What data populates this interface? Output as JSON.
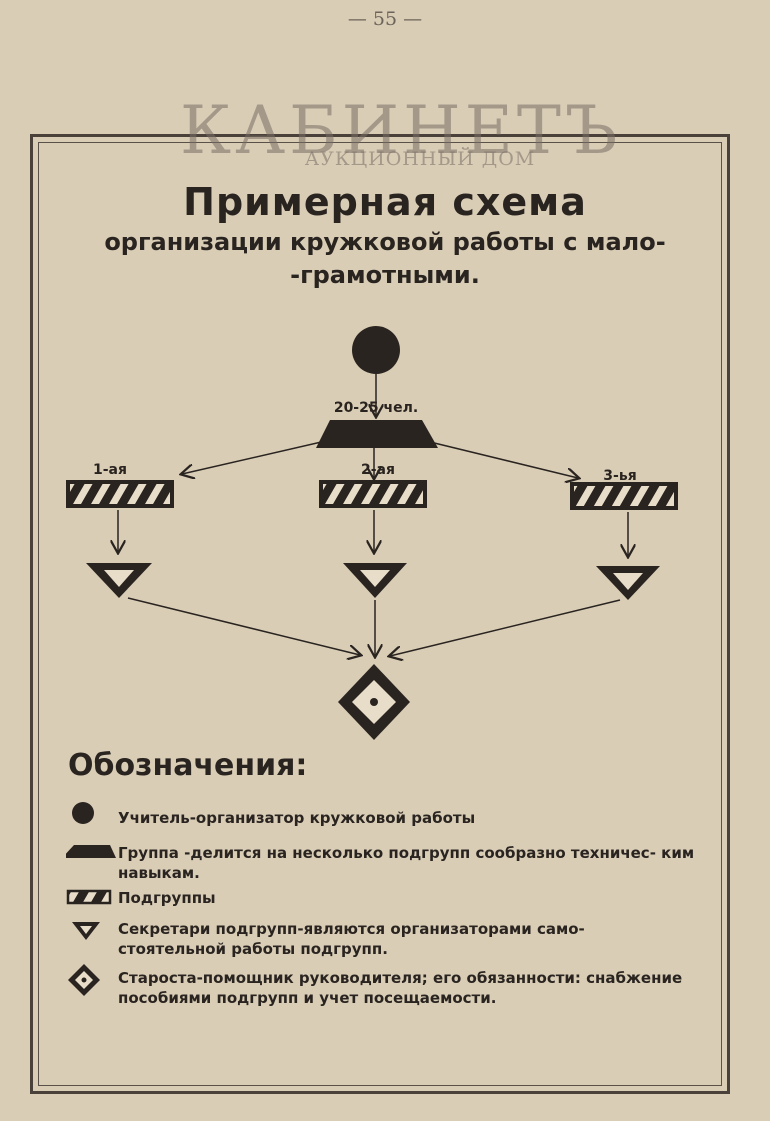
{
  "page_number": "— 55 —",
  "watermark": {
    "main": "КАБИНЕТЪ",
    "sub": "АУКЦИОННЫЙ ДОМ"
  },
  "title": "Примерная схема",
  "subtitle": "организации кружковой работы с мало- -грамотными.",
  "diagram": {
    "group_size_label": "20-25 чел.",
    "subgroup_labels": [
      "1-ая",
      "2-ая",
      "3-ья"
    ]
  },
  "legend": {
    "title": "Обозначения:",
    "items": [
      {
        "symbol": "circle",
        "text": "Учитель-организатор кружковой работы"
      },
      {
        "symbol": "trapezoid",
        "text": "Группа -делится на несколько подгрупп сообразно техничес- ким навыкам."
      },
      {
        "symbol": "hatched-bar",
        "text": "Подгруппы"
      },
      {
        "symbol": "triangle",
        "text": "Секретари подгрупп-являются организаторами само- стоятельной работы подгрупп."
      },
      {
        "symbol": "diamond",
        "text": "Староста-помощник руководителя; его обязанности: снабжение пособиями подгрупп и учет посещаемости."
      }
    ]
  },
  "colors": {
    "paper": "#d9cdb6",
    "ink": "#2a2420"
  }
}
